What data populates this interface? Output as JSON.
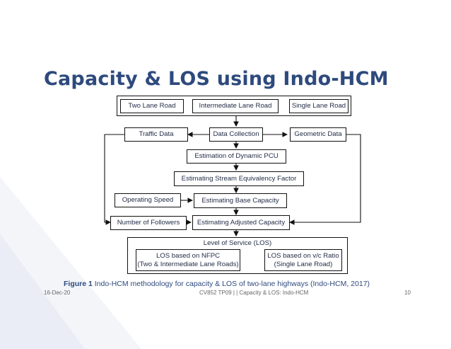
{
  "slide": {
    "title": "Capacity & LOS using Indo-HCM",
    "caption_label": "Figure 1",
    "caption_text": "Indo-HCM methodology for capacity & LOS of two-lane highways (Indo-HCM, 2017)",
    "footer_date": "16-Dec-20",
    "footer_course": "CV852 TP09 |  |  Capacity & LOS: Indo-HCM",
    "footer_page": "10"
  },
  "diagram": {
    "road_types": [
      "Two Lane Road",
      "Intermediate Lane Road",
      "Single Lane Road"
    ],
    "traffic_data": "Traffic Data",
    "data_collection": "Data Collection",
    "geometric_data": "Geometric Data",
    "dynamic_pcu": "Estimation of Dynamic PCU",
    "stream_factor": "Estimating Stream Equivalency Factor",
    "operating_speed": "Operating Speed",
    "base_capacity": "Estimating Base Capacity",
    "followers": "Number of Followers",
    "adjusted_capacity": "Estimating Adjusted Capacity",
    "los_title": "Level of Service (LOS)",
    "los_nfpc_line1": "LOS based on NFPC",
    "los_nfpc_line2": "(Two & Intermediate Lane Roads)",
    "los_vc_line1": "LOS based on v/c Ratio",
    "los_vc_line2": "(Single Lane Road)"
  },
  "colors": {
    "title": "#2e4a7d",
    "text": "#1f2a44",
    "line": "#111111"
  }
}
